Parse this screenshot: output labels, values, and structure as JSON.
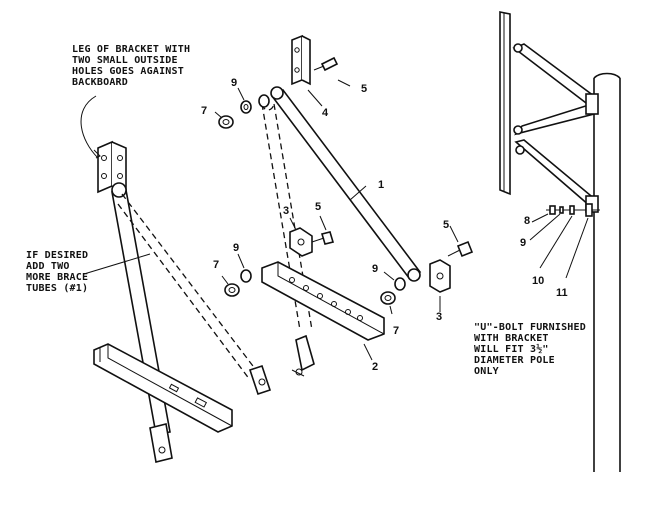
{
  "notes": {
    "bracket_leg": "LEG OF BRACKET WITH\nTWO SMALL OUTSIDE\nHOLES GOES AGAINST\nBACKBOARD",
    "brace_tubes": "IF DESIRED\nADD TWO\nMORE BRACE\nTUBES (#1)",
    "ubolt": "\"U\"-BOLT FURNISHED\nWITH BRACKET\nWILL FIT 3½\"\nDIAMETER POLE\nONLY"
  },
  "callouts": {
    "c9a": "9",
    "c7a": "7",
    "c5a": "5",
    "c4": "4",
    "c1": "1",
    "c3a": "3",
    "c5b": "5",
    "c9b": "9",
    "c7b": "7",
    "c5c": "5",
    "c9c": "9",
    "c7c": "7",
    "c3b": "3",
    "c2": "2",
    "c8": "8",
    "c9d": "9",
    "c10": "10",
    "c11": "11"
  }
}
